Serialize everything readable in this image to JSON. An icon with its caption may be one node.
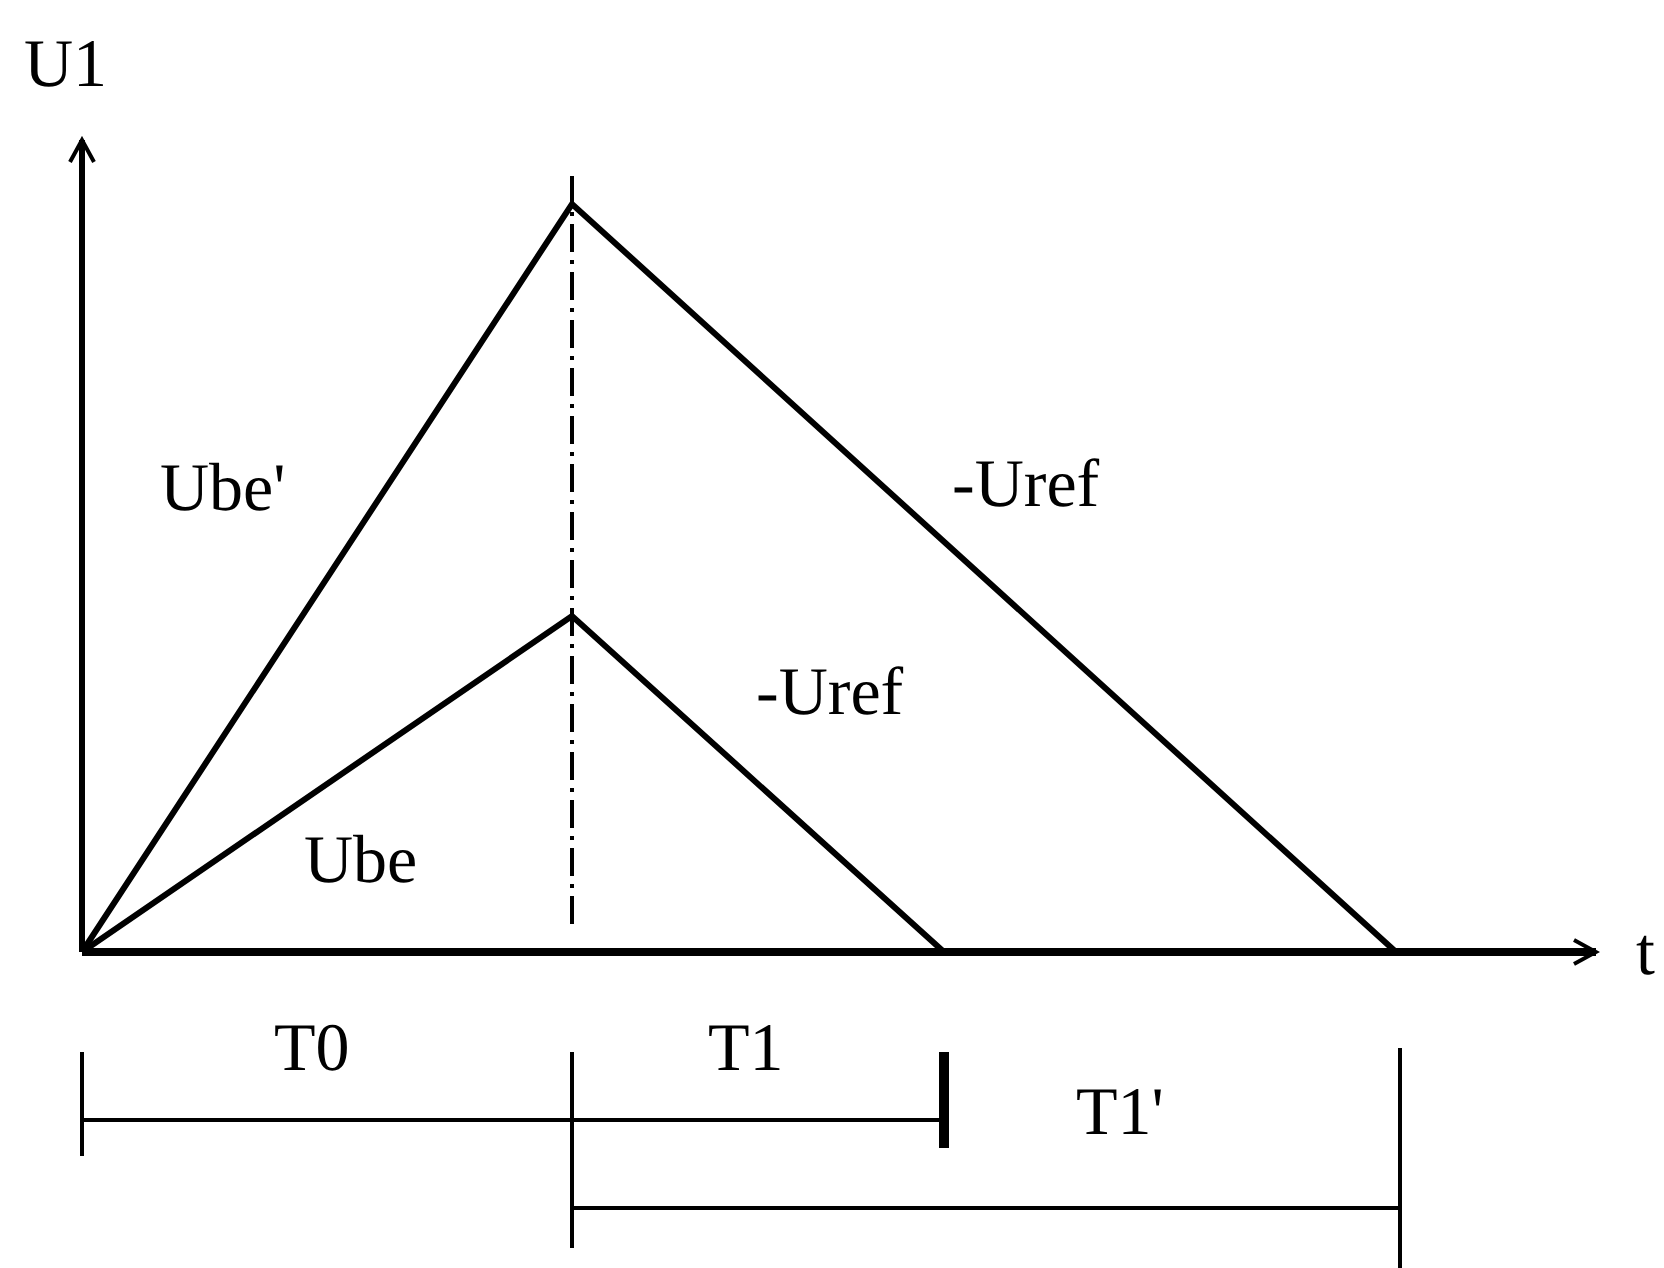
{
  "diagram": {
    "labels": [
      "U1",
      "Ube'",
      "-Uref",
      "-Uref",
      "Ube",
      "t",
      "T0",
      "T1",
      "T1'"
    ]
  }
}
